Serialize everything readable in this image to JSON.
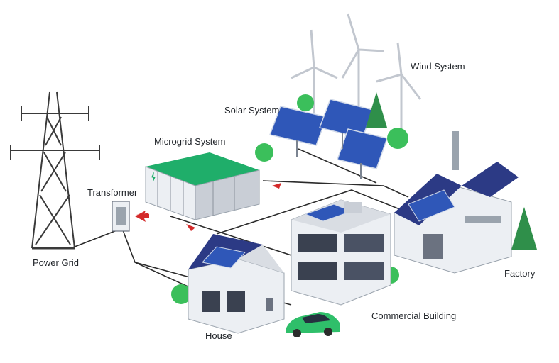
{
  "labels": {
    "wind_system": "Wind System",
    "solar_system": "Solar System",
    "microgrid_system": "Microgrid System",
    "transformer": "Transformer",
    "power_grid": "Power Grid",
    "factory": "Factory",
    "commercial_building": "Commercial Building",
    "house": "House"
  },
  "colors": {
    "line": "#2b2b2b",
    "arrow": "#d42a2a",
    "solar_panel": "#2f57b8",
    "roof": "#2c3a85",
    "wall": "#eceff3",
    "wall_shade": "#c9ced6",
    "battery_cap": "#1fae6a",
    "tree": "#3bbf5b",
    "car": "#2fbf6a"
  },
  "icons": [
    "transmission-tower-icon",
    "wind-turbine-icon",
    "solar-panel-icon",
    "battery-icon",
    "transformer-icon",
    "house-icon",
    "office-building-icon",
    "factory-icon",
    "electric-car-icon",
    "tree-icon",
    "flow-arrow-icon"
  ]
}
